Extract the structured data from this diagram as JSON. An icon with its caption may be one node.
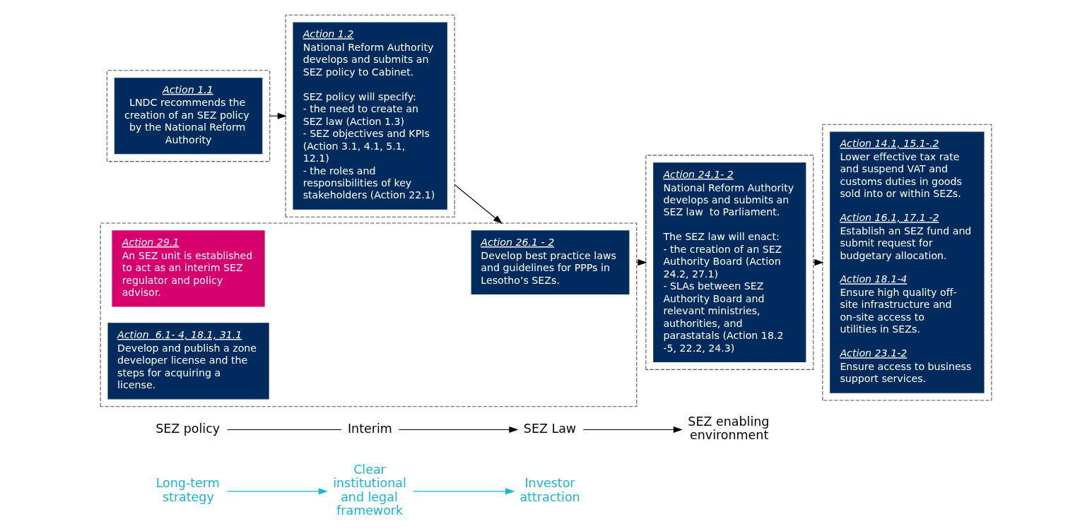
{
  "diagram": {
    "nodes": [
      {
        "text": [
          "Long-term strategy"
        ]
      },
      {
        "text": [
          "Clear institutional and legal framework"
        ]
      },
      {
        "text": [
          "Investor attraction"
        ]
      },
      {
        "text": [
          "SEZ policy"
        ]
      },
      {
        "text": [
          "Interim"
        ]
      },
      {
        "text": [
          "SEZ Law"
        ]
      },
      {
        "text": [
          "SEZ enabling environment"
        ]
      },
      {
        "text": [],
        "shape": "box"
      },
      {
        "text": [
          "Action 1.1",
          "LNDC recommends the creation of an SEZ policy by the National Reform Authority"
        ],
        "in": 7
      },
      {
        "text": [],
        "shape": "box"
      },
      {
        "text": [
          "Action 1.2",
          "National Reform Authority develops and submits an SEZ policy to Cabinet.",
          "SEZ policy will specify:",
          "- the need to create an SEZ law (Action 1.3)",
          "- SEZ objectives and KPIs (Action 3.1, 4.1, 5.1, 12.1)",
          "- the roles and responsibilities of key stakeholders (Action 22.1)"
        ],
        "in": 9
      },
      {
        "text": [],
        "shape": "box"
      },
      {
        "text": [
          "Action 29.1",
          "An SEZ unit is established to act as an interim SEZ regulator and policy advisor."
        ],
        "in": 11
      },
      {
        "text": [
          "Action 26.1 - 2",
          "Develop best practice laws and guidelines for PPPs in Lesotho’s SEZs."
        ],
        "in": 11
      },
      {
        "text": [
          "Action  6.1- 4, 18.1, 31.1",
          "Develop and publish a zone developer license and the steps for acquiring a license."
        ],
        "in": 11
      },
      {
        "text": [],
        "shape": "box"
      },
      {
        "text": [
          "Action 24.1- 2",
          "National Reform Authority develops and submits an SEZ law  to Parliament.",
          "The SEZ law will enact:",
          "- the creation of an SEZ Authority Board (Action 24.2, 27.1)",
          "- SLAs between SEZ Authority Board and relevant ministries, authorities, and parastatals (Action 18.2 -5, 22.2, 24.3)"
        ],
        "in": 15
      },
      {
        "text": [],
        "shape": "box"
      },
      {
        "text": [
          "Action 14.1, 15.1-.2",
          "Lower effective tax rate and suspend VAT and customs duties in goods sold into or within SEZs.",
          "Action 16.1, 17.1 -2",
          "Establish an SEZ fund and submit request for budgetary allocation.",
          "Action 18.1-4",
          "Ensure high quality off-site infrastructure and on-site access to utilities in SEZs.",
          "Action 23.1-2",
          "Ensure access to business support services."
        ],
        "in": 17
      }
    ],
    "edges": [
      {
        "from": 0,
        "to": 1,
        "arrow": "to",
        "color": "#17b5d8"
      },
      {
        "from": 1,
        "to": 2,
        "arrow": "to",
        "color": "#17b5d8"
      },
      {
        "from": 3,
        "to": 4,
        "arrow": "none"
      },
      {
        "from": 4,
        "to": 5,
        "arrow": "to"
      },
      {
        "from": 5,
        "to": 6,
        "arrow": "to"
      },
      {
        "from": 7,
        "to": 9,
        "arrow": "to"
      },
      {
        "from": 9,
        "to": 11,
        "arrow": "to"
      },
      {
        "from": 11,
        "to": 15,
        "arrow": "to"
      },
      {
        "from": 15,
        "to": 17,
        "arrow": "to"
      }
    ]
  }
}
